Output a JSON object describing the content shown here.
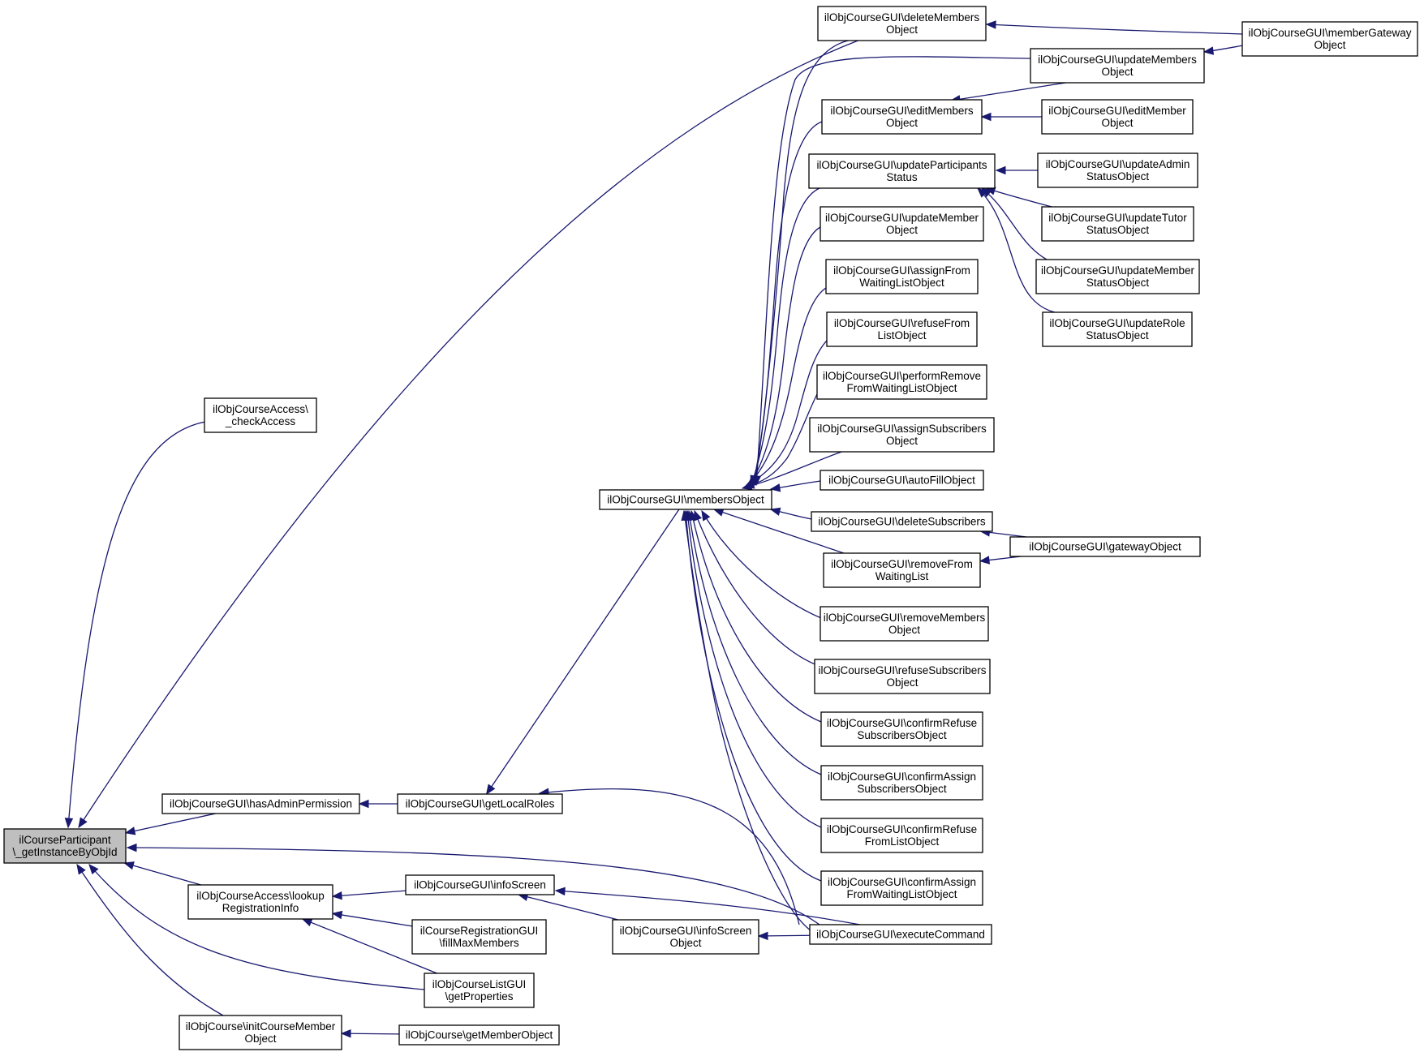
{
  "colors": {
    "edge": "#191970",
    "root_fill": "#bfbfbf",
    "node_fill": "#ffffff",
    "node_border": "#000000"
  },
  "nodes": [
    {
      "id": "root",
      "lines": [
        "ilCourseParticipant",
        "\\_getInstanceByObjId"
      ]
    },
    {
      "id": "checkAccess",
      "lines": [
        "ilObjCourseAccess\\",
        "_checkAccess"
      ]
    },
    {
      "id": "hasAdminPermission",
      "lines": [
        "ilObjCourseGUI\\hasAdminPermission"
      ]
    },
    {
      "id": "lookupRegistrationInfo",
      "lines": [
        "ilObjCourseAccess\\lookup",
        "RegistrationInfo"
      ]
    },
    {
      "id": "initCourseMemberObject",
      "lines": [
        "ilObjCourse\\initCourseMember",
        "Object"
      ]
    },
    {
      "id": "getLocalRoles",
      "lines": [
        "ilObjCourseGUI\\getLocalRoles"
      ]
    },
    {
      "id": "infoScreen",
      "lines": [
        "ilObjCourseGUI\\infoScreen"
      ]
    },
    {
      "id": "fillMaxMembers",
      "lines": [
        "ilCourseRegistrationGUI",
        "\\fillMaxMembers"
      ]
    },
    {
      "id": "getProperties",
      "lines": [
        "ilObjCourseListGUI",
        "\\getProperties"
      ]
    },
    {
      "id": "getMemberObject",
      "lines": [
        "ilObjCourse\\getMemberObject"
      ]
    },
    {
      "id": "membersObject",
      "lines": [
        "ilObjCourseGUI\\membersObject"
      ]
    },
    {
      "id": "infoScreenObject",
      "lines": [
        "ilObjCourseGUI\\infoScreen",
        "Object"
      ]
    },
    {
      "id": "deleteMembersObject",
      "lines": [
        "ilObjCourseGUI\\deleteMembers",
        "Object"
      ]
    },
    {
      "id": "updateMembersObject",
      "lines": [
        "ilObjCourseGUI\\updateMembers",
        "Object"
      ]
    },
    {
      "id": "editMembersObject",
      "lines": [
        "ilObjCourseGUI\\editMembers",
        "Object"
      ]
    },
    {
      "id": "updateParticipantsStatus",
      "lines": [
        "ilObjCourseGUI\\updateParticipants",
        "Status"
      ]
    },
    {
      "id": "updateMemberObject",
      "lines": [
        "ilObjCourseGUI\\updateMember",
        "Object"
      ]
    },
    {
      "id": "assignFromWaitingListObject",
      "lines": [
        "ilObjCourseGUI\\assignFrom",
        "WaitingListObject"
      ]
    },
    {
      "id": "refuseFromListObject",
      "lines": [
        "ilObjCourseGUI\\refuseFrom",
        "ListObject"
      ]
    },
    {
      "id": "performRemoveFromWaitingListObject",
      "lines": [
        "ilObjCourseGUI\\performRemove",
        "FromWaitingListObject"
      ]
    },
    {
      "id": "assignSubscribersObject",
      "lines": [
        "ilObjCourseGUI\\assignSubscribers",
        "Object"
      ]
    },
    {
      "id": "autoFillObject",
      "lines": [
        "ilObjCourseGUI\\autoFillObject"
      ]
    },
    {
      "id": "deleteSubscribers",
      "lines": [
        "ilObjCourseGUI\\deleteSubscribers"
      ]
    },
    {
      "id": "removeFromWaitingList",
      "lines": [
        "ilObjCourseGUI\\removeFrom",
        "WaitingList"
      ]
    },
    {
      "id": "removeMembersObject",
      "lines": [
        "ilObjCourseGUI\\removeMembers",
        "Object"
      ]
    },
    {
      "id": "refuseSubscribersObject",
      "lines": [
        "ilObjCourseGUI\\refuseSubscribers",
        "Object"
      ]
    },
    {
      "id": "confirmRefuseSubscribersObject",
      "lines": [
        "ilObjCourseGUI\\confirmRefuse",
        "SubscribersObject"
      ]
    },
    {
      "id": "confirmAssignSubscribersObject",
      "lines": [
        "ilObjCourseGUI\\confirmAssign",
        "SubscribersObject"
      ]
    },
    {
      "id": "confirmRefuseFromListObject",
      "lines": [
        "ilObjCourseGUI\\confirmRefuse",
        "FromListObject"
      ]
    },
    {
      "id": "confirmAssignFromWaitingListObject",
      "lines": [
        "ilObjCourseGUI\\confirmAssign",
        "FromWaitingListObject"
      ]
    },
    {
      "id": "executeCommand",
      "lines": [
        "ilObjCourseGUI\\executeCommand"
      ]
    },
    {
      "id": "memberGatewayObject",
      "lines": [
        "ilObjCourseGUI\\memberGateway",
        "Object"
      ]
    },
    {
      "id": "editMemberObject",
      "lines": [
        "ilObjCourseGUI\\editMember",
        "Object"
      ]
    },
    {
      "id": "updateAdminStatusObject",
      "lines": [
        "ilObjCourseGUI\\updateAdmin",
        "StatusObject"
      ]
    },
    {
      "id": "updateTutorStatusObject",
      "lines": [
        "ilObjCourseGUI\\updateTutor",
        "StatusObject"
      ]
    },
    {
      "id": "updateMemberStatusObject",
      "lines": [
        "ilObjCourseGUI\\updateMember",
        "StatusObject"
      ]
    },
    {
      "id": "updateRoleStatusObject",
      "lines": [
        "ilObjCourseGUI\\updateRole",
        "StatusObject"
      ]
    },
    {
      "id": "gatewayObject",
      "lines": [
        "ilObjCourseGUI\\gatewayObject"
      ]
    }
  ],
  "edges": [
    {
      "from": "checkAccess",
      "to": "root"
    },
    {
      "from": "deleteMembersObject",
      "to": "root"
    },
    {
      "from": "hasAdminPermission",
      "to": "root"
    },
    {
      "from": "executeCommand",
      "to": "root"
    },
    {
      "from": "lookupRegistrationInfo",
      "to": "root"
    },
    {
      "from": "getProperties",
      "to": "root"
    },
    {
      "from": "initCourseMemberObject",
      "to": "root"
    },
    {
      "from": "getLocalRoles",
      "to": "hasAdminPermission"
    },
    {
      "from": "infoScreen",
      "to": "lookupRegistrationInfo"
    },
    {
      "from": "fillMaxMembers",
      "to": "lookupRegistrationInfo"
    },
    {
      "from": "getProperties",
      "to": "lookupRegistrationInfo"
    },
    {
      "from": "getMemberObject",
      "to": "initCourseMemberObject"
    },
    {
      "from": "membersObject",
      "to": "getLocalRoles"
    },
    {
      "from": "executeCommand",
      "to": "getLocalRoles"
    },
    {
      "from": "infoScreenObject",
      "to": "infoScreen"
    },
    {
      "from": "executeCommand",
      "to": "infoScreen"
    },
    {
      "from": "executeCommand",
      "to": "infoScreenObject"
    },
    {
      "from": "deleteMembersObject",
      "to": "membersObject"
    },
    {
      "from": "updateMembersObject",
      "to": "membersObject"
    },
    {
      "from": "editMembersObject",
      "to": "membersObject"
    },
    {
      "from": "updateParticipantsStatus",
      "to": "membersObject"
    },
    {
      "from": "updateMemberObject",
      "to": "membersObject"
    },
    {
      "from": "assignFromWaitingListObject",
      "to": "membersObject"
    },
    {
      "from": "refuseFromListObject",
      "to": "membersObject"
    },
    {
      "from": "performRemoveFromWaitingListObject",
      "to": "membersObject"
    },
    {
      "from": "assignSubscribersObject",
      "to": "membersObject"
    },
    {
      "from": "autoFillObject",
      "to": "membersObject"
    },
    {
      "from": "deleteSubscribers",
      "to": "membersObject"
    },
    {
      "from": "removeFromWaitingList",
      "to": "membersObject"
    },
    {
      "from": "removeMembersObject",
      "to": "membersObject"
    },
    {
      "from": "refuseSubscribersObject",
      "to": "membersObject"
    },
    {
      "from": "confirmRefuseSubscribersObject",
      "to": "membersObject"
    },
    {
      "from": "confirmAssignSubscribersObject",
      "to": "membersObject"
    },
    {
      "from": "confirmRefuseFromListObject",
      "to": "membersObject"
    },
    {
      "from": "confirmAssignFromWaitingListObject",
      "to": "membersObject"
    },
    {
      "from": "executeCommand",
      "to": "membersObject"
    },
    {
      "from": "memberGatewayObject",
      "to": "deleteMembersObject"
    },
    {
      "from": "memberGatewayObject",
      "to": "updateMembersObject"
    },
    {
      "from": "updateMembersObject",
      "to": "editMembersObject"
    },
    {
      "from": "editMemberObject",
      "to": "editMembersObject"
    },
    {
      "from": "updateAdminStatusObject",
      "to": "updateParticipantsStatus"
    },
    {
      "from": "updateTutorStatusObject",
      "to": "updateParticipantsStatus"
    },
    {
      "from": "updateMemberStatusObject",
      "to": "updateParticipantsStatus"
    },
    {
      "from": "updateRoleStatusObject",
      "to": "updateParticipantsStatus"
    },
    {
      "from": "gatewayObject",
      "to": "deleteSubscribers"
    },
    {
      "from": "gatewayObject",
      "to": "removeFromWaitingList"
    }
  ]
}
